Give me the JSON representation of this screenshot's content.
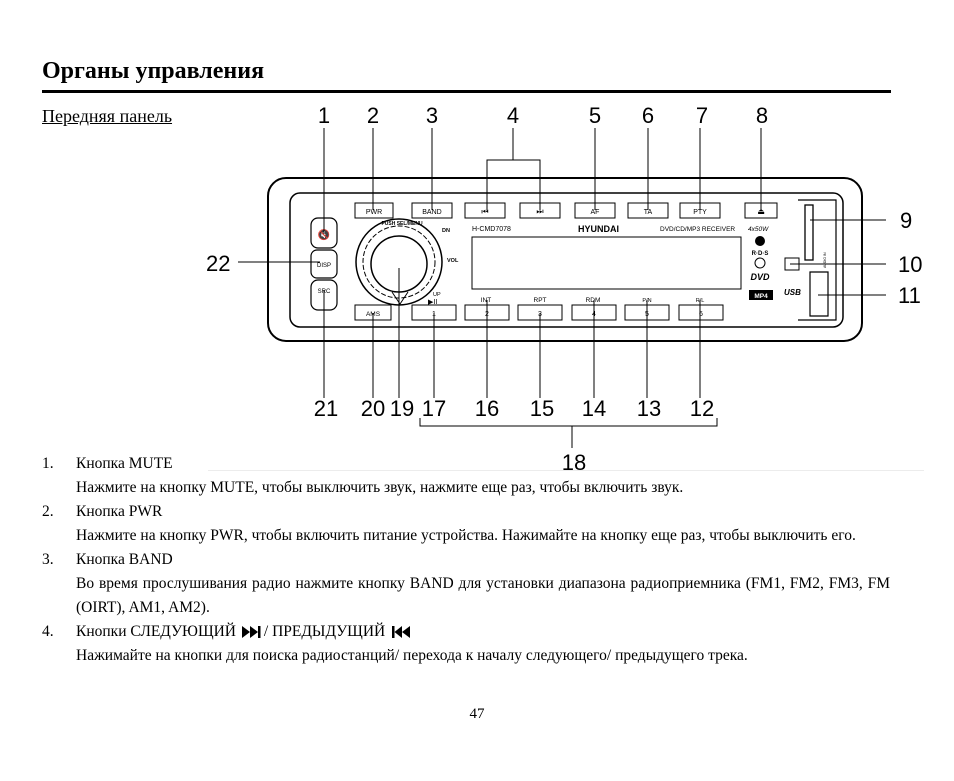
{
  "header": {
    "title": "Органы управления",
    "subtitle": "Передняя панель"
  },
  "device": {
    "buttons_top": [
      "PWR",
      "BAND",
      "AF",
      "TA",
      "PTY"
    ],
    "buttons_bottom": [
      "AMS",
      "1",
      "2",
      "3",
      "4",
      "5",
      "6"
    ],
    "labels_above_bottom": [
      "INT",
      "RPT",
      "RDM",
      "P/N",
      "R/L"
    ],
    "side_buttons": [
      "DISP",
      "SRC"
    ],
    "model": "H-CMD7078",
    "brand": "HYUNDAI",
    "receiver_text": "DVD/CD/MP3 RECEIVER",
    "power_text": "4x50W",
    "knob_text": "PUSH SEL/MENU",
    "dn_label": "DN",
    "up_label": "UP",
    "vol_label": "VOL",
    "play_pause_label": "▶II",
    "rds_label": "R·D·S",
    "dvd_label": "DVD",
    "mp4_label": "MP4",
    "usb_label": "USB",
    "aux_label": "AUDIO IN",
    "callouts_top": [
      "1",
      "2",
      "3",
      "4",
      "5",
      "6",
      "7",
      "8"
    ],
    "callouts_right": [
      "9",
      "10",
      "11"
    ],
    "callout_left": "22",
    "callouts_bottom": [
      "21",
      "20",
      "19",
      "17",
      "16",
      "15",
      "14",
      "13",
      "12"
    ],
    "callout_18": "18"
  },
  "items": [
    {
      "num": "1.",
      "title": "Кнопка MUTE",
      "desc": "Нажмите на кнопку MUTE, чтобы выключить звук, нажмите еще раз, чтобы включить звук."
    },
    {
      "num": "2.",
      "title": "Кнопка PWR",
      "desc": "Нажмите на кнопку PWR, чтобы включить питание устройства. Нажимайте на кнопку еще раз, чтобы выключить его."
    },
    {
      "num": "3.",
      "title": "Кнопка BAND",
      "desc": "Во время прослушивания радио нажмите кнопку BAND для установки диапазона радиоприемника (FM1, FM2, FM3, FM (OIRT), AM1, AM2)."
    },
    {
      "num": "4.",
      "title_a": "Кнопки СЛЕДУЮЩИЙ",
      "title_b": "/ ПРЕДЫДУЩИЙ",
      "desc": "Нажимайте на кнопки для поиска радиостанций/ перехода к началу следующего/ предыдущего трека."
    }
  ],
  "page_number": "47"
}
